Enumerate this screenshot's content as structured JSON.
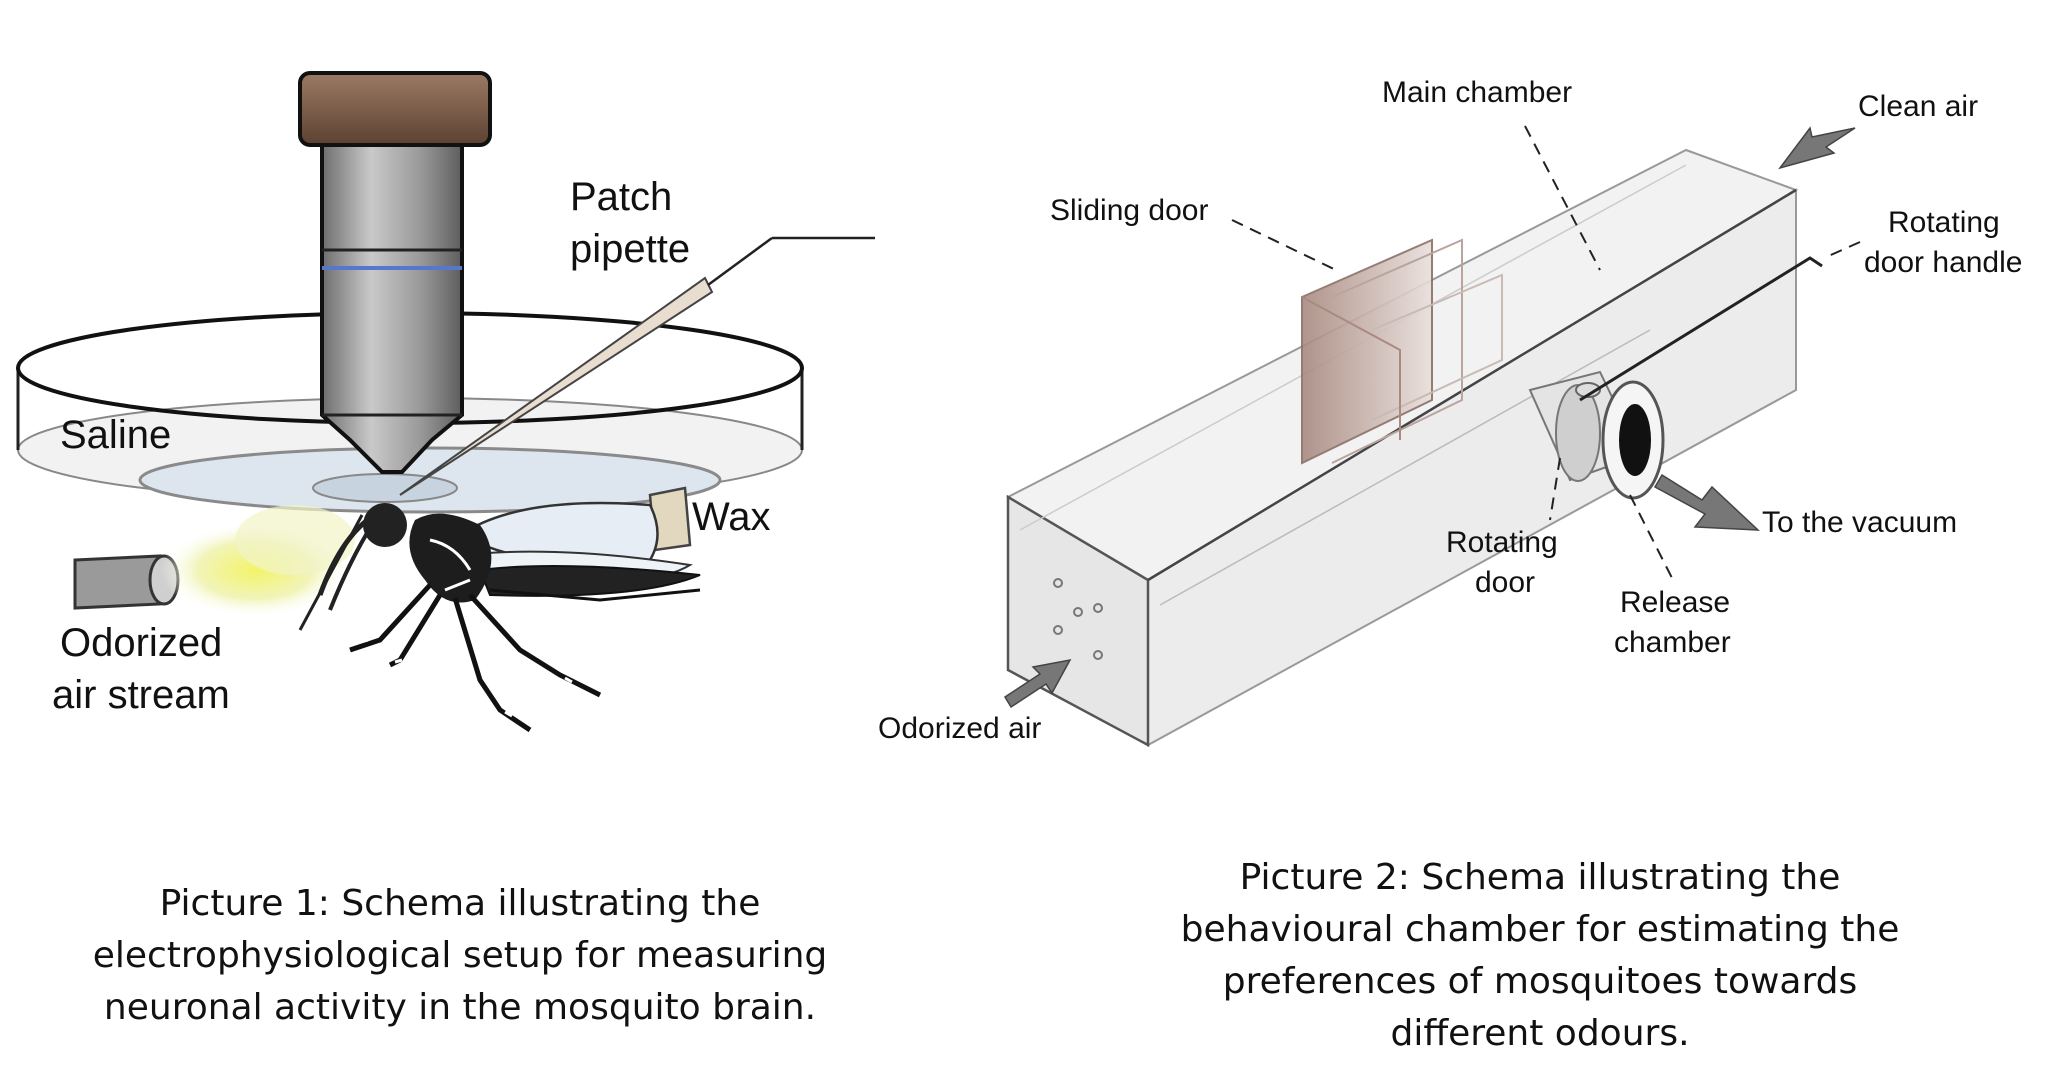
{
  "figure1": {
    "labels": {
      "patch_line1": "Patch",
      "patch_line2": "pipette",
      "saline": "Saline",
      "wax": "Wax",
      "odor_line1": "Odorized",
      "odor_line2": "air stream"
    },
    "caption": [
      "Picture 1: Schema illustrating the",
      "electrophysiological setup for measuring",
      "neuronal activity in the mosquito brain."
    ]
  },
  "figure2": {
    "labels": {
      "main_chamber": "Main chamber",
      "clean_air": "Clean air",
      "sliding_door": "Sliding door",
      "handle_line1": "Rotating",
      "handle_line2": "door handle",
      "vacuum": "To the vacuum",
      "rot_door_line1": "Rotating",
      "rot_door_line2": "door",
      "release_line1": "Release",
      "release_line2": "chamber",
      "odorized_air": "Odorized air"
    },
    "caption": [
      "Picture 2: Schema illustrating the",
      "behavioural chamber for estimating the",
      "preferences of mosquitoes towards",
      "different odours."
    ]
  },
  "colors": {
    "objective_cap": "#7a5a45",
    "objective_body": "#9a9a9a",
    "saline_fill": "#dde6ef",
    "odor_plume": "#f0f08a",
    "wax": "#e2d8c0",
    "chamber_fill": "#efefef",
    "sliding_door": "#b4998f",
    "arrow": "#777777"
  }
}
